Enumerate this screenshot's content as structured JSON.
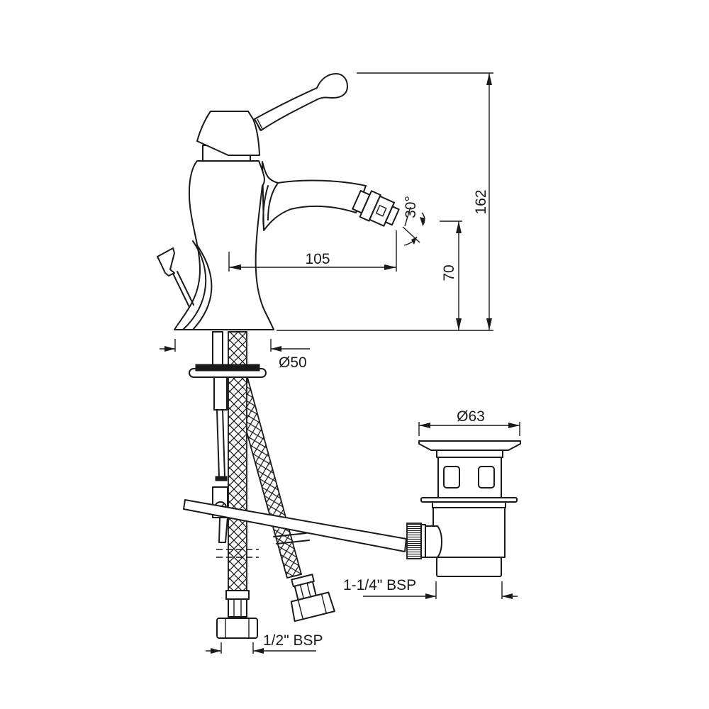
{
  "drawing": {
    "subject": "Single lever bidet mixer with swivel aerator and pop-up waste",
    "line_color": "#1a1a1a",
    "background": "#ffffff"
  },
  "dimensions": {
    "overall_height": "162",
    "spout_height": "70",
    "spout_reach": "105",
    "spout_angle": "30°",
    "base_diameter": "Ø50",
    "waste_flange_diameter": "Ø63",
    "waste_thread": "1-1/4\" BSP",
    "supply_thread": "1/2\" BSP"
  },
  "components": [
    {
      "name": "lever-handle"
    },
    {
      "name": "cartridge-cap"
    },
    {
      "name": "mixer-body"
    },
    {
      "name": "swivel-spout"
    },
    {
      "name": "pop-up-knob"
    },
    {
      "name": "mounting-plate"
    },
    {
      "name": "flexible-hose-left"
    },
    {
      "name": "flexible-hose-right"
    },
    {
      "name": "pop-up-rod"
    },
    {
      "name": "pop-up-waste"
    }
  ]
}
